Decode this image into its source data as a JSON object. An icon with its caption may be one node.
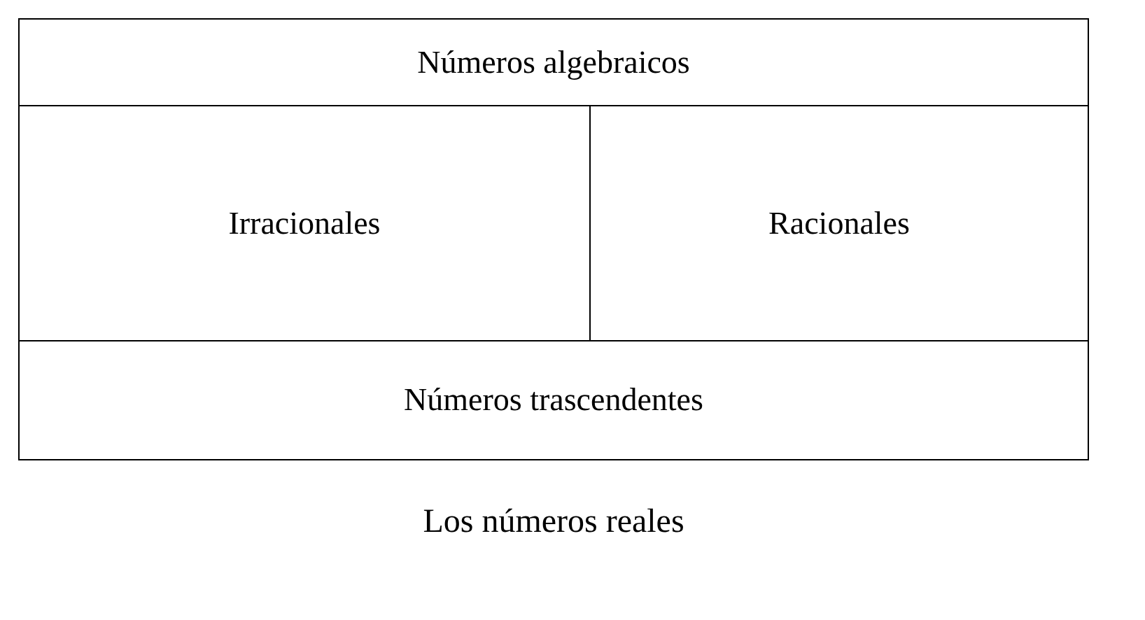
{
  "diagram": {
    "caption": "Los números reales",
    "nodes": [
      {
        "text": [
          "Números algebraicos"
        ]
      },
      {
        "text": [
          "Irracionales"
        ]
      },
      {
        "text": [
          "Racionales"
        ]
      },
      {
        "text": [
          "Números trascendentes"
        ]
      }
    ],
    "edges": []
  }
}
